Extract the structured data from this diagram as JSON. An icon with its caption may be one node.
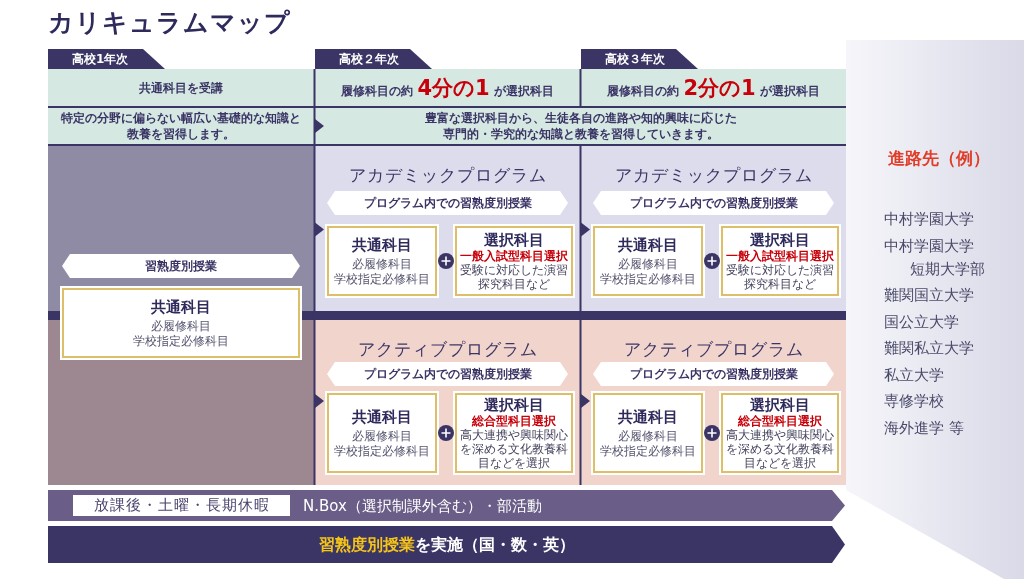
{
  "diagram": {
    "title": "カリキュラムマップ",
    "nodes": [
      {
        "text": [
          "高校1年次"
        ]
      },
      {
        "text": [
          "高校２年次"
        ]
      },
      {
        "text": [
          "高校３年次"
        ]
      },
      {
        "text": [
          "共通科目を受講"
        ]
      },
      {
        "text": [
          "履修科目の約 **4分の1** が選択科目"
        ]
      },
      {
        "text": [
          "履修科目の約 **2分の1** が選択科目"
        ]
      },
      {
        "text": [
          "特定の分野に偏らない幅広い基礎的な知識と教養を習得します。"
        ]
      },
      {
        "text": [
          "豊富な選択科目から、生徒各自の進路や知的興味に応じた専門的・学究的な知識と教養を習得していきます。"
        ]
      },
      {
        "text": [],
        "shape": "box"
      },
      {
        "text": [
          "習熟度別授業"
        ],
        "in": 8
      },
      {
        "text": [
          "共通科目",
          "必履修科目",
          "学校指定必修科目"
        ],
        "in": 8
      },
      {
        "text": [
          "アカデミックプログラム"
        ]
      },
      {
        "text": [
          "プログラム内での習熟度別授業"
        ],
        "in": 11
      },
      {
        "text": [
          "共通科目",
          "必履修科目",
          "学校指定必修科目"
        ],
        "in": 11
      },
      {
        "text": [
          "選択科目",
          "一般入試型科目選択",
          "受験に対応した演習",
          "探究科目など"
        ],
        "in": 11
      },
      {
        "text": [
          "アカデミックプログラム"
        ]
      },
      {
        "text": [
          "プログラム内での習熟度別授業"
        ],
        "in": 15
      },
      {
        "text": [
          "共通科目",
          "必履修科目",
          "学校指定必修科目"
        ],
        "in": 15
      },
      {
        "text": [
          "選択科目",
          "一般入試型科目選択",
          "受験に対応した演習",
          "探究科目など"
        ],
        "in": 15
      },
      {
        "text": [
          "アクティブプログラム"
        ]
      },
      {
        "text": [
          "プログラム内での習熟度別授業"
        ],
        "in": 19
      },
      {
        "text": [
          "共通科目",
          "必履修科目",
          "学校指定必修科目"
        ],
        "in": 19
      },
      {
        "text": [
          "選択科目",
          "総合型科目選択",
          "高大連携や興味関心を深める文化教養科目などを選択"
        ],
        "in": 19
      },
      {
        "text": [
          "アクティブプログラム"
        ]
      },
      {
        "text": [
          "プログラム内での習熟度別授業"
        ],
        "in": 23
      },
      {
        "text": [
          "共通科目",
          "必履修科目",
          "学校指定必修科目"
        ],
        "in": 23
      },
      {
        "text": [
          "選択科目",
          "総合型科目選択",
          "高大連携や興味関心を深める文化教養科目などを選択"
        ],
        "in": 23
      },
      {
        "text": [
          "N.Box（選択制課外含む）・部活動"
        ]
      },
      {
        "text": [
          "放課後・土曜・長期休暇"
        ],
        "in": 27
      },
      {
        "text": [
          "**習熟度別授業**を実施（国・数・英）"
        ]
      },
      {
        "text": [
          "進路先（例）",
          "中村学園大学",
          "中村学園大学短期大学部",
          "難関国立大学",
          "国公立大学",
          "難関私立大学",
          "私立大学",
          "専修学校",
          "海外進学 等"
        ]
      }
    ],
    "edges": [
      {
        "from": 8,
        "to": 11,
        "arrow": "to"
      },
      {
        "from": 11,
        "to": 15,
        "arrow": "to"
      },
      {
        "from": 8,
        "to": 19,
        "arrow": "to"
      },
      {
        "from": 19,
        "to": 23,
        "arrow": "to"
      }
    ]
  }
}
